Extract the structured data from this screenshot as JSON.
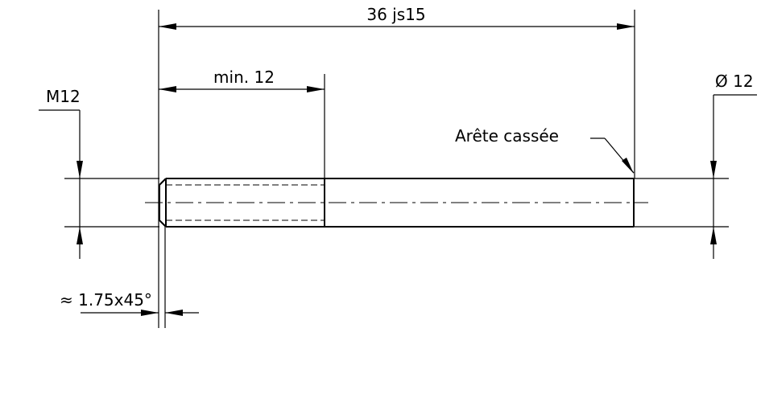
{
  "labels": {
    "overall_length": "36 js15",
    "thread_length": "min. 12",
    "thread_size": "M12",
    "diameter": "Ø 12",
    "broken_edge": "Arête cassée",
    "chamfer": "≈ 1.75x45°"
  }
}
